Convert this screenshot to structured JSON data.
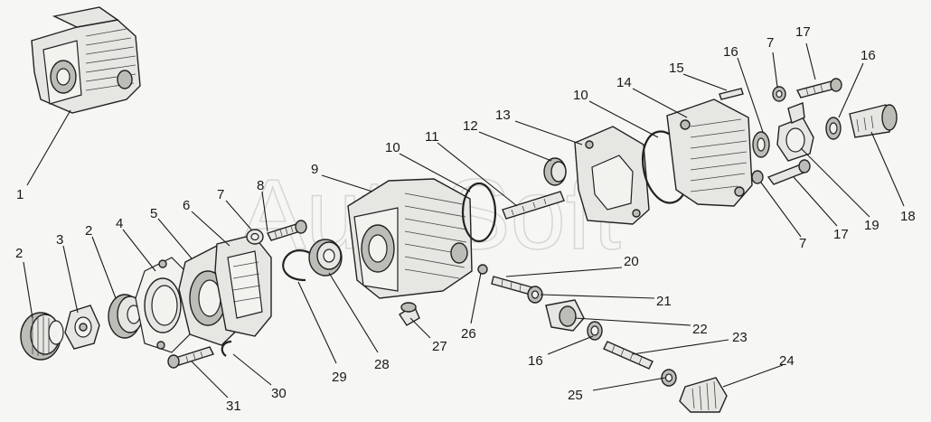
{
  "watermark": "AutoSoft",
  "callouts": [
    {
      "id": "c1",
      "label": "1"
    },
    {
      "id": "c2a",
      "label": "2"
    },
    {
      "id": "c3",
      "label": "3"
    },
    {
      "id": "c2b",
      "label": "2"
    },
    {
      "id": "c4",
      "label": "4"
    },
    {
      "id": "c5",
      "label": "5"
    },
    {
      "id": "c6",
      "label": "6"
    },
    {
      "id": "c7a",
      "label": "7"
    },
    {
      "id": "c8",
      "label": "8"
    },
    {
      "id": "c9",
      "label": "9"
    },
    {
      "id": "c10a",
      "label": "10"
    },
    {
      "id": "c11",
      "label": "11"
    },
    {
      "id": "c12",
      "label": "12"
    },
    {
      "id": "c13",
      "label": "13"
    },
    {
      "id": "c10b",
      "label": "10"
    },
    {
      "id": "c14",
      "label": "14"
    },
    {
      "id": "c15",
      "label": "15"
    },
    {
      "id": "c16a",
      "label": "16"
    },
    {
      "id": "c7b",
      "label": "7"
    },
    {
      "id": "c17a",
      "label": "17"
    },
    {
      "id": "c16b",
      "label": "16"
    },
    {
      "id": "c18",
      "label": "18"
    },
    {
      "id": "c19",
      "label": "19"
    },
    {
      "id": "c17b",
      "label": "17"
    },
    {
      "id": "c7c",
      "label": "7"
    },
    {
      "id": "c20",
      "label": "20"
    },
    {
      "id": "c21",
      "label": "21"
    },
    {
      "id": "c22",
      "label": "22"
    },
    {
      "id": "c23",
      "label": "23"
    },
    {
      "id": "c16c",
      "label": "16"
    },
    {
      "id": "c24",
      "label": "24"
    },
    {
      "id": "c25",
      "label": "25"
    },
    {
      "id": "c26",
      "label": "26"
    },
    {
      "id": "c27",
      "label": "27"
    },
    {
      "id": "c28",
      "label": "28"
    },
    {
      "id": "c29",
      "label": "29"
    },
    {
      "id": "c30",
      "label": "30"
    },
    {
      "id": "c31",
      "label": "31"
    }
  ]
}
